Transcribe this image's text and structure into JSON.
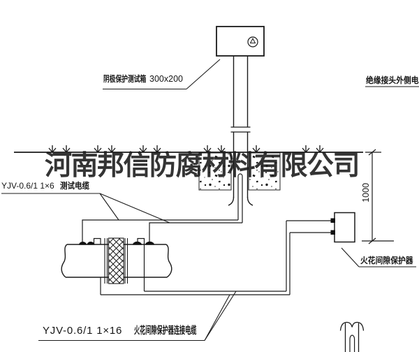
{
  "labels": {
    "test_box": {
      "text": "阴极保护测试箱",
      "size": "300x200"
    },
    "insulated_joint_cable": "绝缘接头外侧电缆",
    "test_cable": {
      "code": "YJV-0.6/1  1×6",
      "name": "测试电缆"
    },
    "protector": "火花间隙保护器",
    "protector_cable": {
      "code": "YJV-0.6/1  1×16",
      "name": "火花间隙保护器连接电缆"
    },
    "dimension_depth": "1000"
  },
  "watermark": {
    "text": "河南邦信防腐材料有限公司",
    "color": "#1a1a1a"
  },
  "colors": {
    "line": "#1a1a1a",
    "background": "#ffffff"
  }
}
